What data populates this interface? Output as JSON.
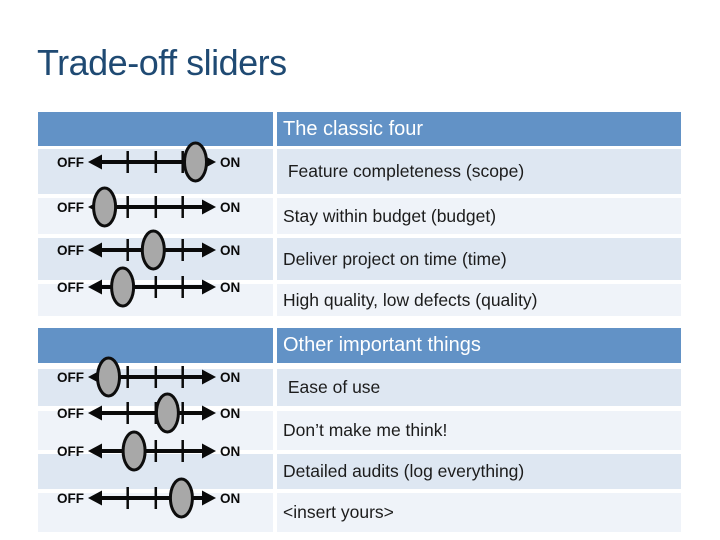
{
  "slide": {
    "title": "Trade-off sliders"
  },
  "slider_labels": {
    "off": "OFF",
    "on": "ON"
  },
  "colors": {
    "header_blue": "#6292c6",
    "row_dark": "#dee7f2",
    "row_light": "#eff3f9",
    "title_text": "#1f4a73",
    "knob_gray": "#a8a8a8"
  },
  "tables": [
    {
      "header": "The classic four",
      "rows": [
        {
          "label": " Feature completeness (scope)",
          "slider": {
            "value_pct": 84
          }
        },
        {
          "label": "Stay within budget (budget)",
          "slider": {
            "value_pct": 13
          }
        },
        {
          "label": "Deliver project on time (time)",
          "slider": {
            "value_pct": 51
          }
        },
        {
          "label": "High quality, low defects (quality)",
          "slider": {
            "value_pct": 27
          }
        }
      ]
    },
    {
      "header": "Other important things",
      "rows": [
        {
          "label": " Ease of use",
          "slider": {
            "value_pct": 16
          }
        },
        {
          "label": "Don’t make me think!",
          "slider": {
            "value_pct": 62
          }
        },
        {
          "label": "Detailed audits (log everything)",
          "slider": {
            "value_pct": 36
          }
        },
        {
          "label": "<insert yours>",
          "slider": {
            "value_pct": 73
          }
        }
      ]
    }
  ]
}
